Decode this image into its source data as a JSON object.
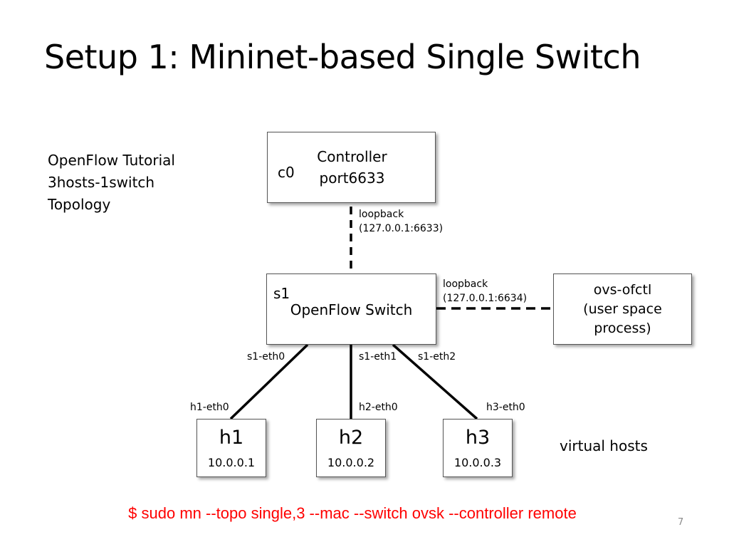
{
  "title": "Setup 1: Mininet-based Single Switch",
  "description": [
    "OpenFlow Tutorial",
    "3hosts-1switch",
    "Topology"
  ],
  "controller": {
    "id": "c0",
    "line1": "Controller",
    "line2": "port6633"
  },
  "controller_link": {
    "line1": "loopback",
    "line2": "(127.0.0.1:6633)"
  },
  "switch": {
    "id": "s1",
    "label": "OpenFlow Switch"
  },
  "ofctl_link": {
    "line1": "loopback",
    "line2": "(127.0.0.1:6634)"
  },
  "ofctl": {
    "line1": "ovs-ofctl",
    "line2": "(user space",
    "line3": "process)"
  },
  "switch_ports": [
    "s1-eth0",
    "s1-eth1",
    "s1-eth2"
  ],
  "hosts": [
    {
      "name": "h1",
      "ip": "10.0.0.1",
      "port": "h1-eth0"
    },
    {
      "name": "h2",
      "ip": "10.0.0.2",
      "port": "h2-eth0"
    },
    {
      "name": "h3",
      "ip": "10.0.0.3",
      "port": "h3-eth0"
    }
  ],
  "virtual_hosts_label": "virtual hosts",
  "command": "$ sudo mn --topo single,3 --mac --switch ovsk --controller remote",
  "command_color": "#ff0000",
  "page_number": "7"
}
